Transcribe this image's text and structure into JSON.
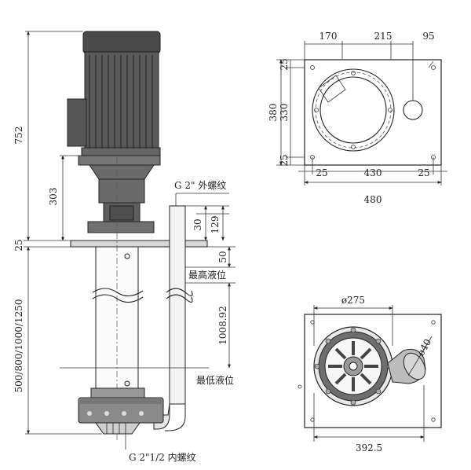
{
  "side_view": {
    "dims": {
      "total_height": "752",
      "upper_height": "303",
      "flange_thickness": "25",
      "immersion_lengths": "500/800/1000/1250",
      "outlet_height_30": "30",
      "outlet_height_129": "129",
      "top_gap_50": "50",
      "liquid_span": "1008.92"
    },
    "labels": {
      "outlet_thread": "G 2\" 外螺纹",
      "max_level": "最高液位",
      "min_level": "最低液位",
      "inlet_thread": "G 2\"1/2 内螺纹"
    }
  },
  "plan_view": {
    "dims": {
      "top_170": "170",
      "top_215": "215",
      "top_95": "95",
      "left_25_top": "25",
      "left_330": "330",
      "left_25_bottom": "25",
      "left_380": "380",
      "bottom_25_left": "25",
      "bottom_430": "430",
      "bottom_25_right": "25",
      "overall_480": "480"
    }
  },
  "bottom_view": {
    "dims": {
      "impeller_dia": "ø275",
      "outlet_dia": "ø40",
      "width_392_5": "392.5"
    }
  },
  "colors": {
    "motor_dark": "#4a4a4a",
    "body_mid": "#6a6a6a",
    "pipe_light": "#c8c8c8",
    "steel": "#9a9a9a"
  }
}
